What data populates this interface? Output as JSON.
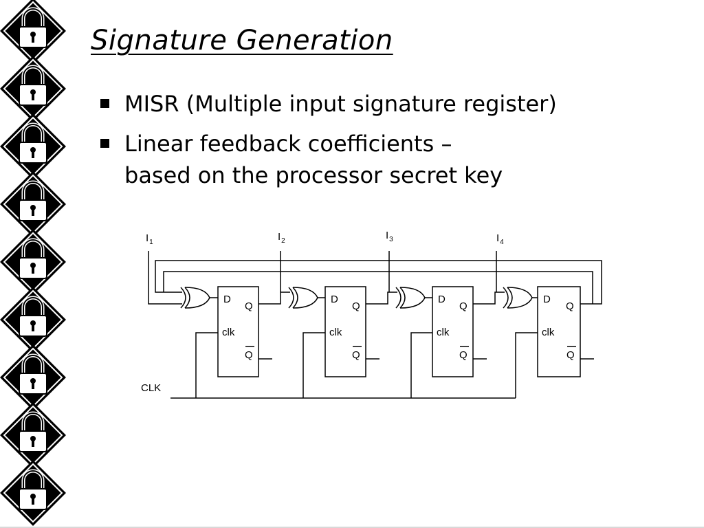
{
  "slide": {
    "title": "Signature Generation",
    "bullets": [
      {
        "lines": [
          "MISR (Multiple input signature register)"
        ]
      },
      {
        "lines": [
          "Linear feedback coefficients –",
          "based on the processor secret key"
        ]
      }
    ]
  },
  "circuit": {
    "inputs": [
      {
        "name": "I",
        "sub": "1"
      },
      {
        "name": "I",
        "sub": "2"
      },
      {
        "name": "I",
        "sub": "3"
      },
      {
        "name": "I",
        "sub": "4"
      }
    ],
    "flipflop": {
      "d": "D",
      "q": "Q",
      "clk": "clk",
      "qbar": "Q"
    },
    "clock_label": "CLK"
  },
  "decor": {
    "icon": "padlock-icon",
    "count": 9,
    "color": "#000000",
    "highlight": "#ffffff"
  }
}
